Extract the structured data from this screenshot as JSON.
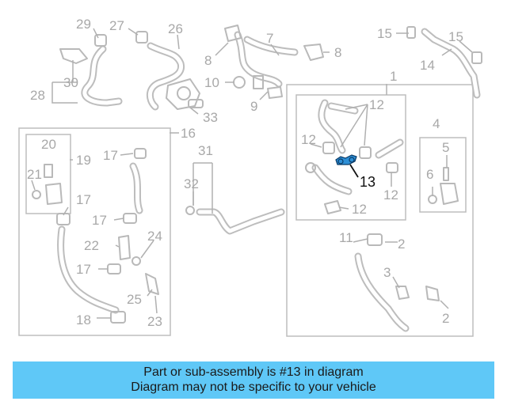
{
  "diagram": {
    "callouts": [
      "29",
      "27",
      "26",
      "15",
      "15",
      "7",
      "8",
      "8",
      "30",
      "14",
      "28",
      "10",
      "1",
      "9",
      "33",
      "12",
      "16",
      "4",
      "20",
      "19",
      "17",
      "31",
      "12",
      "5",
      "21",
      "32",
      "13",
      "6",
      "17",
      "12",
      "17",
      "24",
      "12",
      "22",
      "11",
      "2",
      "17",
      "3",
      "25",
      "18",
      "23",
      "2"
    ],
    "highlighted_part": "13",
    "colors": {
      "highlight": "#2d8fd6",
      "banner": "#5fc8f7",
      "line": "#b9b9b9"
    }
  },
  "banner": {
    "line1": "Part or sub-assembly is #13 in diagram",
    "line2": "Diagram may not be specific to your vehicle"
  }
}
